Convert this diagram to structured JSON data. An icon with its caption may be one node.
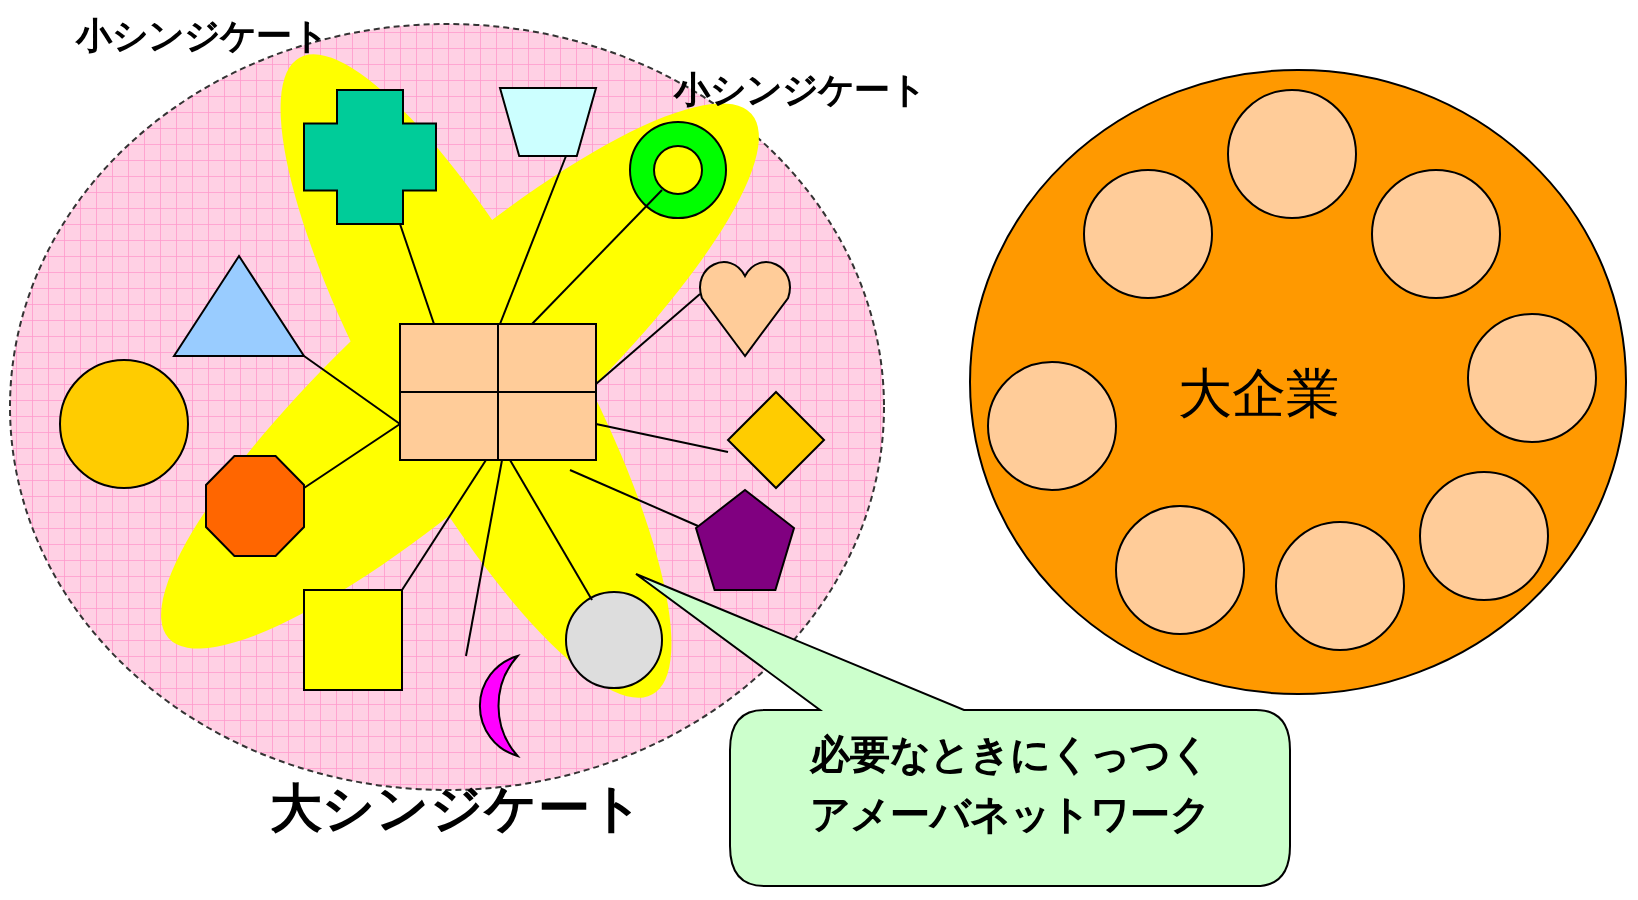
{
  "diagram": {
    "nodes": [
      {
        "text": [
          "大シンジケート"
        ]
      },
      {
        "text": [],
        "shape": "box",
        "in": 0
      },
      {
        "text": [],
        "shape": "cross",
        "in": 0
      },
      {
        "text": [],
        "shape": "trapezoid",
        "in": 0
      },
      {
        "text": [],
        "shape": "ring",
        "in": 0
      },
      {
        "text": [],
        "shape": "triangle",
        "in": 0
      },
      {
        "text": [],
        "shape": "heart",
        "in": 0
      },
      {
        "text": [],
        "shape": "circle",
        "in": 0
      },
      {
        "text": [],
        "shape": "diamond",
        "in": 0
      },
      {
        "text": [],
        "shape": "octagon",
        "in": 0
      },
      {
        "text": [],
        "shape": "pentagon",
        "in": 0
      },
      {
        "text": [],
        "shape": "box",
        "in": 0
      },
      {
        "text": [],
        "shape": "crescent",
        "in": 0
      },
      {
        "text": [],
        "shape": "circle",
        "in": 0
      },
      {
        "text": [
          "大企業"
        ]
      },
      {
        "text": [],
        "shape": "circle",
        "in": 14
      },
      {
        "text": [],
        "shape": "circle",
        "in": 14
      },
      {
        "text": [],
        "shape": "circle",
        "in": 14
      },
      {
        "text": [],
        "shape": "circle",
        "in": 14
      },
      {
        "text": [],
        "shape": "circle",
        "in": 14
      },
      {
        "text": [],
        "shape": "circle",
        "in": 14
      },
      {
        "text": [],
        "shape": "circle",
        "in": 14
      },
      {
        "text": [],
        "shape": "circle",
        "in": 14
      },
      {
        "text": [
          "必要なときにくっつくアメーバネットワーク"
        ]
      }
    ],
    "edges": [
      {
        "from": 1,
        "to": 2,
        "arrow": "none"
      },
      {
        "from": 1,
        "to": 3,
        "arrow": "none"
      },
      {
        "from": 1,
        "to": 4,
        "arrow": "none"
      },
      {
        "from": 1,
        "to": 5,
        "arrow": "none"
      },
      {
        "from": 1,
        "to": 6,
        "arrow": "none"
      },
      {
        "from": 1,
        "to": 8,
        "arrow": "none"
      },
      {
        "from": 1,
        "to": 9,
        "arrow": "none"
      },
      {
        "from": 1,
        "to": 10,
        "arrow": "none"
      },
      {
        "from": 1,
        "to": 11,
        "arrow": "none"
      },
      {
        "from": 1,
        "to": 12,
        "arrow": "none"
      },
      {
        "from": 1,
        "to": 13,
        "arrow": "none"
      }
    ],
    "labels": [
      "小シンジケート",
      "小シンジケート"
    ]
  }
}
